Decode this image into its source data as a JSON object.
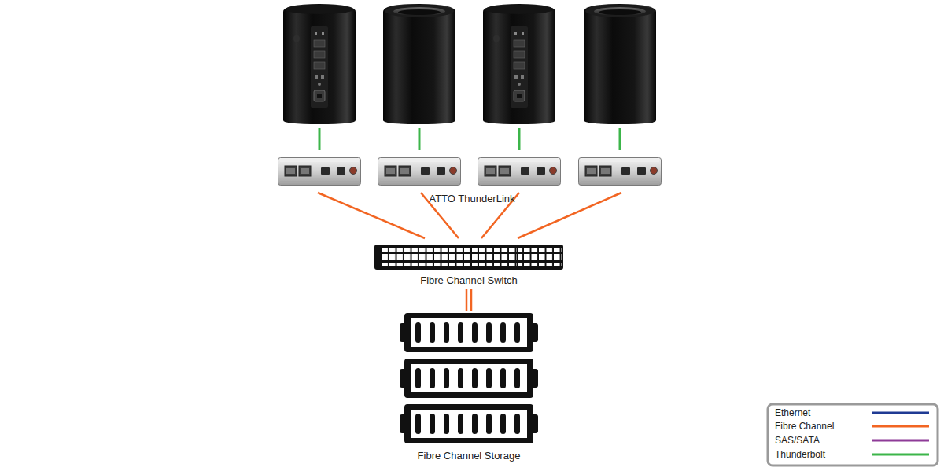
{
  "diagram": {
    "nodes": [
      {
        "text": [
          "Fibre Channel Switch"
        ]
      },
      {
        "text": [
          "Fibre Channel Storage"
        ]
      }
    ],
    "edges": [
      {
        "from": 0,
        "to": 1,
        "arrow": "none"
      }
    ],
    "labels": [
      "ATTO ThunderLink"
    ],
    "legend": [
      {
        "text": "Ethernet"
      },
      {
        "text": "Fibre Channel"
      },
      {
        "text": "SAS/SATA"
      },
      {
        "text": "Thunderbolt"
      }
    ]
  }
}
